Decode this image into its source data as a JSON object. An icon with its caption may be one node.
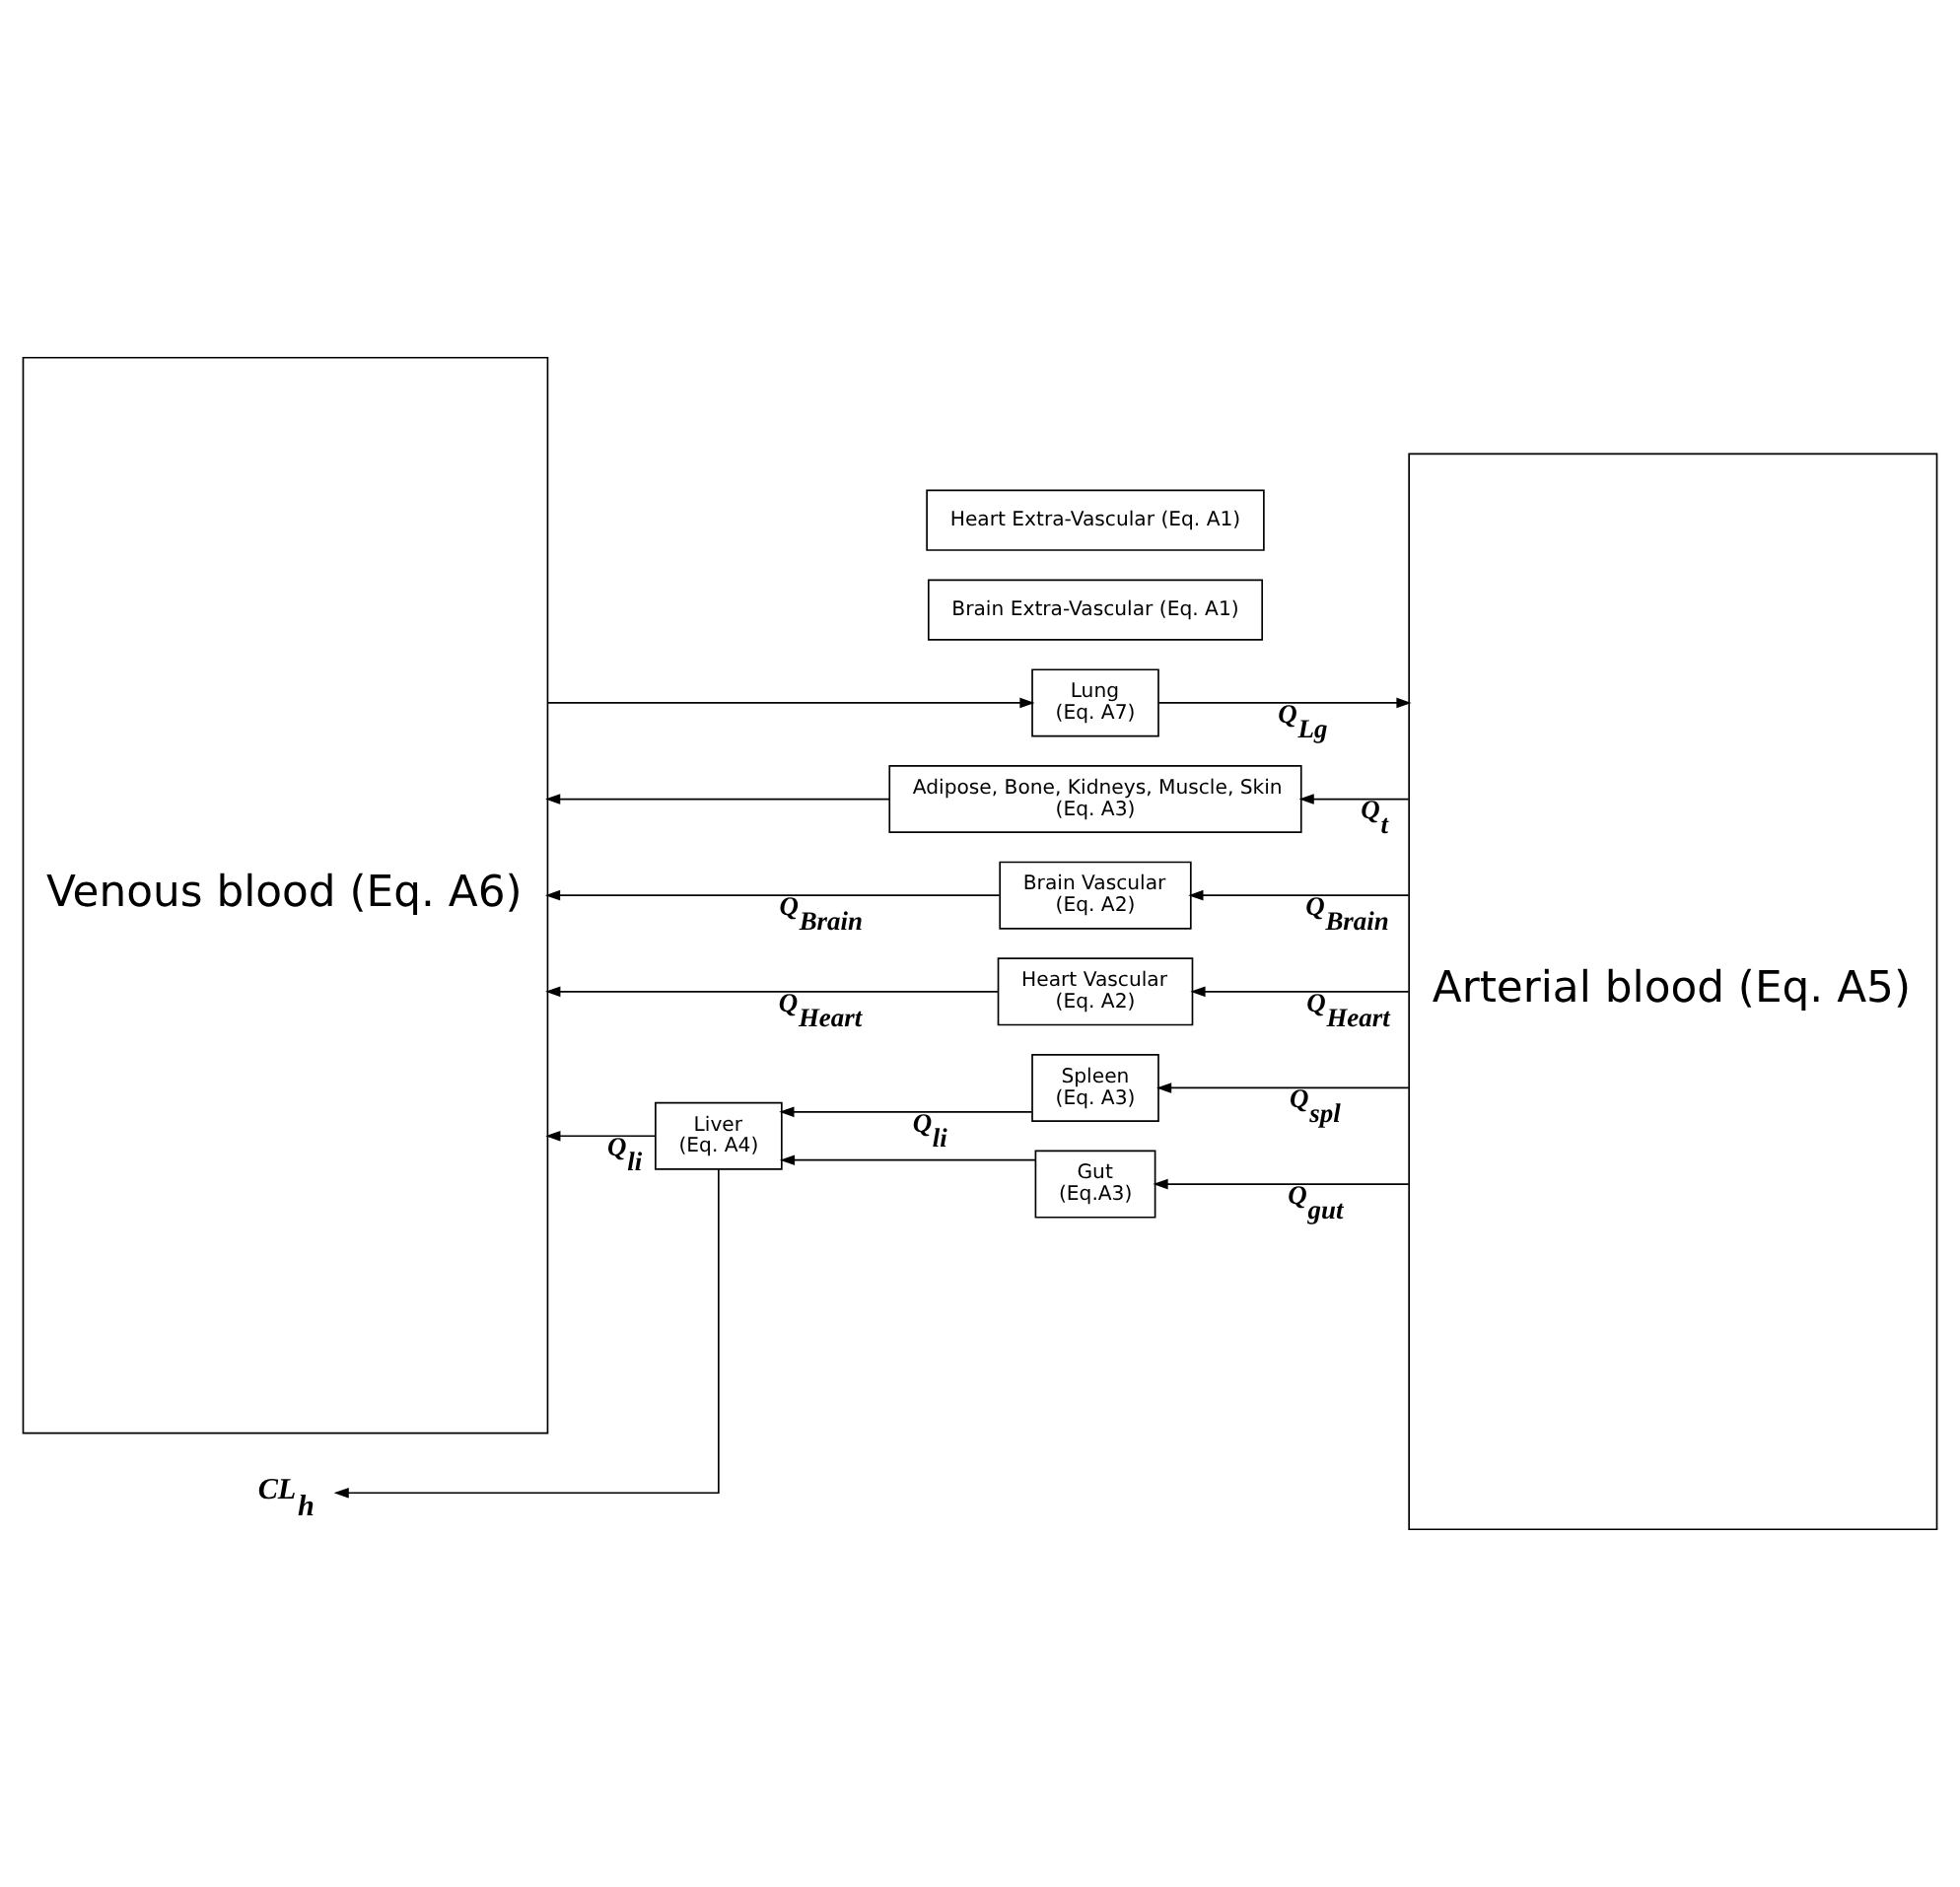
{
  "diagram": {
    "nodes": [
      {
        "text": [
          "Venous blood (Eq. A6)"
        ]
      },
      {
        "text": [
          "Lung",
          "(Eq. A7)"
        ]
      },
      {
        "text": [
          "Arterial blood (Eq. A5)"
        ]
      },
      {
        "text": [
          "Adipose, Bone, Kidneys, Muscle, Skin",
          "(Eq. A3)"
        ]
      },
      {
        "text": [
          "Brain Extra-Vascular (Eq. A1)"
        ]
      },
      {
        "text": [
          "Brain Vascular",
          "(Eq. A2)"
        ]
      },
      {
        "text": [
          "Heart Extra-Vascular (Eq. A1)"
        ]
      },
      {
        "text": [
          "Heart Vascular",
          "(Eq. A2)"
        ]
      },
      {
        "text": [
          "Spleen",
          "(Eq. A3)"
        ]
      },
      {
        "text": [
          "Liver",
          "(Eq. A4)"
        ]
      },
      {
        "text": [
          "Gut",
          "(Eq.A3)"
        ]
      },
      {
        "text": [
          "CL$_{h}$"
        ]
      }
    ],
    "edges": [
      {
        "from": 0,
        "to": 1,
        "arrow": "to"
      },
      {
        "from": 1,
        "to": 2,
        "arrow": "to",
        "label": "Q$_{Lg}$"
      },
      {
        "from": 2,
        "to": 3,
        "arrow": "to",
        "label": "Q$_{t}$"
      },
      {
        "from": 3,
        "to": 0,
        "arrow": "to"
      },
      {
        "from": 2,
        "to": 5,
        "arrow": "to",
        "label": "Q$_{Brain}$"
      },
      {
        "from": 5,
        "to": 0,
        "arrow": "to",
        "label": "Q$_{Brain}$"
      },
      {
        "from": 2,
        "to": 7,
        "arrow": "to",
        "label": "Q$_{Heart}$"
      },
      {
        "from": 7,
        "to": 0,
        "arrow": "to",
        "label": "Q$_{Heart}$"
      },
      {
        "from": 2,
        "to": 8,
        "arrow": "to",
        "label": "Q$_{spl}$"
      },
      {
        "from": 2,
        "to": 10,
        "arrow": "to",
        "label": "Q$_{gut}$"
      },
      {
        "from": 8,
        "to": 9,
        "arrow": "to",
        "label": "Q$_{li}$"
      },
      {
        "from": 10,
        "to": 9,
        "arrow": "to"
      },
      {
        "from": 9,
        "to": 0,
        "arrow": "to",
        "label": "Q$_{li}$"
      },
      {
        "from": 9,
        "to": 11,
        "arrow": "to"
      }
    ]
  }
}
